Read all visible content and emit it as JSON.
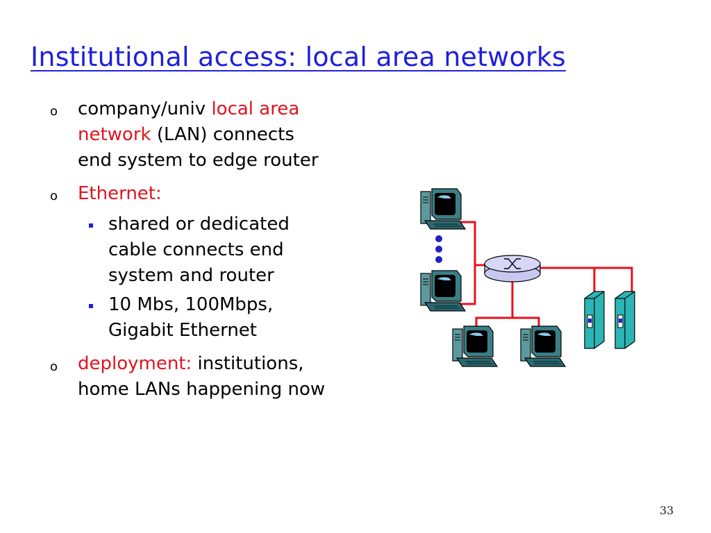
{
  "slide": {
    "title": "Institutional access: local area networks",
    "page_number": "33"
  },
  "bullets": [
    {
      "marker": "o",
      "lines": [
        [
          {
            "text": "company/univ ",
            "color": "black"
          },
          {
            "text": "local area",
            "color": "red"
          }
        ],
        [
          {
            "text": "network",
            "color": "red"
          },
          {
            "text": " (LAN) connects",
            "color": "black"
          }
        ],
        [
          {
            "text": "end system to edge router",
            "color": "black"
          }
        ]
      ]
    },
    {
      "marker": "o",
      "lines": [
        [
          {
            "text": "Ethernet:",
            "color": "red"
          }
        ]
      ]
    },
    {
      "marker": "o",
      "lines": [
        [
          {
            "text": "deployment:",
            "color": "red"
          },
          {
            "text": " institutions,",
            "color": "black"
          }
        ],
        [
          {
            "text": "home LANs happening now",
            "color": "black"
          }
        ]
      ]
    }
  ],
  "sub_bullets": [
    {
      "marker": "square",
      "lines": [
        "shared or dedicated",
        "cable connects end",
        "system and router"
      ]
    },
    {
      "marker": "square",
      "lines": [
        "10 Mbs, 100Mbps,",
        "Gigabit Ethernet"
      ]
    }
  ],
  "colors": {
    "title": "#1f1fdc",
    "accent_red": "#e0141e",
    "link_red": "#e8101c",
    "router_fill": "#c8c8f0",
    "server_fill": "#2cb5b5",
    "ellipsis_dots": "#2020c8"
  },
  "diagram": {
    "components": [
      "router-icon",
      "workstation-icon",
      "workstation-icon",
      "workstation-icon",
      "workstation-icon",
      "server-icon",
      "server-icon",
      "ellipsis-dots"
    ]
  }
}
